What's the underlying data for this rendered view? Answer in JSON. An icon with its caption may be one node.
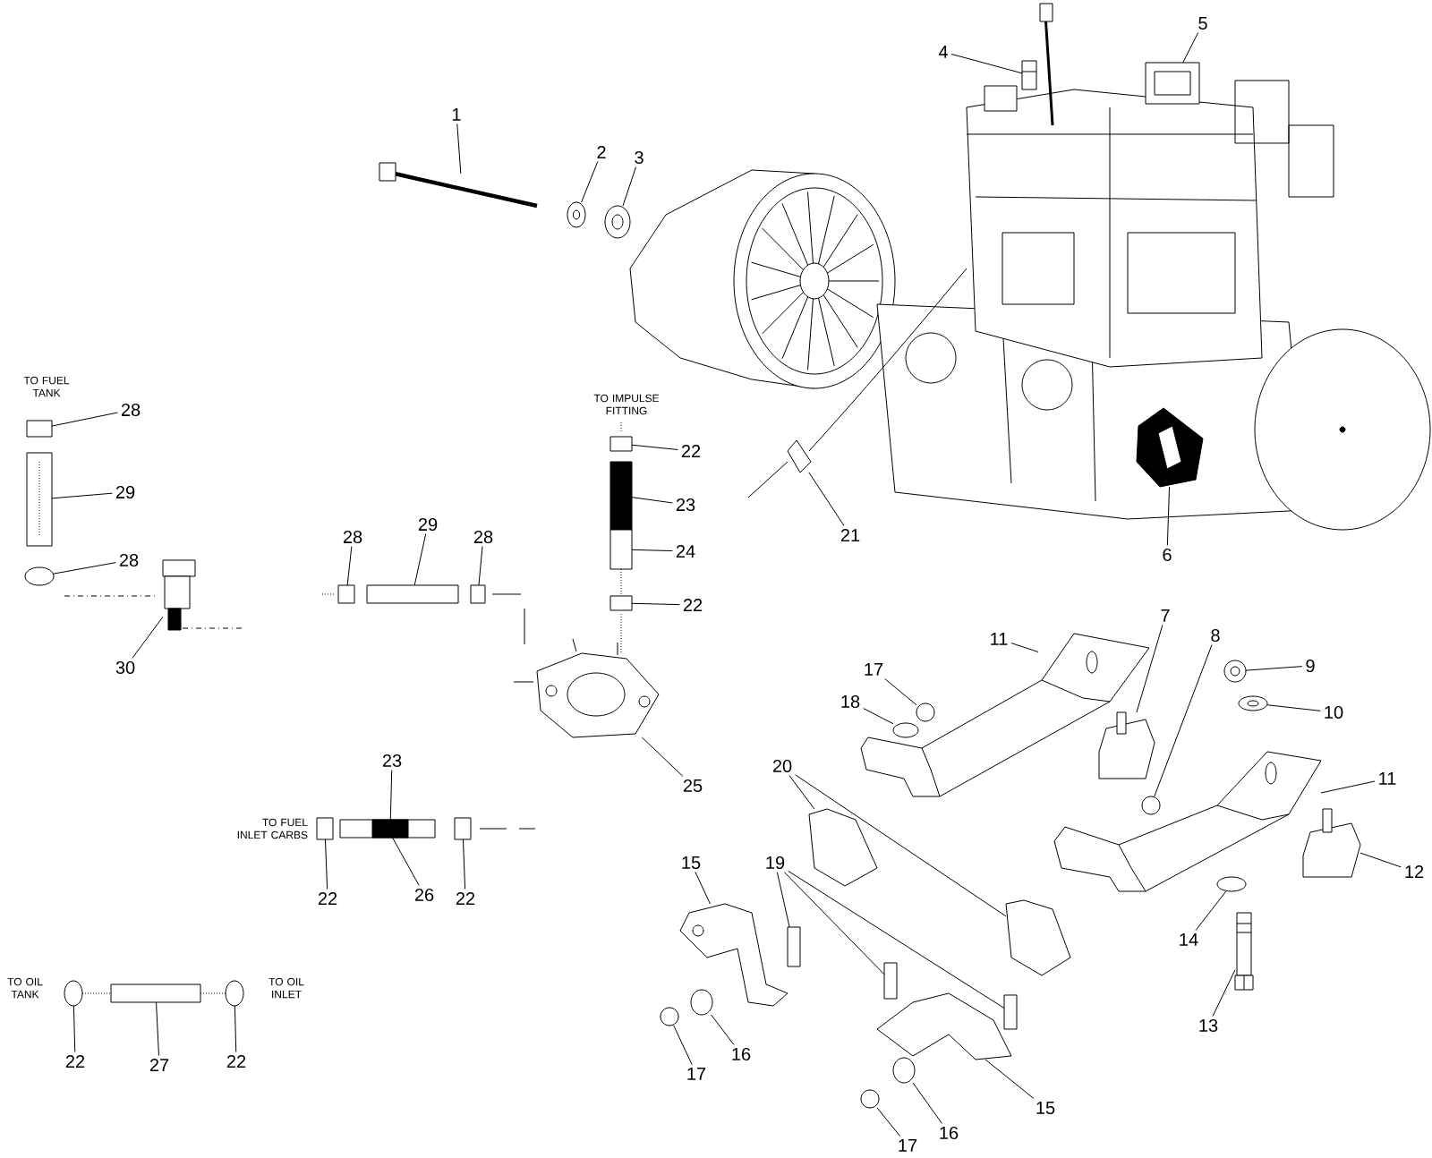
{
  "diagram": {
    "nodes": [
      {
        "text": [
          "1"
        ]
      },
      {
        "text": [
          "2"
        ]
      },
      {
        "text": [
          "3"
        ]
      },
      {
        "text": [
          "4"
        ]
      },
      {
        "text": [
          "5"
        ]
      },
      {
        "text": [
          "21"
        ]
      },
      {
        "text": [
          "6"
        ]
      },
      {
        "text": [
          "22"
        ]
      },
      {
        "text": [
          "23"
        ]
      },
      {
        "text": [
          "24"
        ]
      },
      {
        "text": [
          "22"
        ]
      },
      {
        "text": [
          "28"
        ]
      },
      {
        "text": [
          "29"
        ]
      },
      {
        "text": [
          "28"
        ]
      },
      {
        "text": [
          "30"
        ]
      },
      {
        "text": [
          "28"
        ]
      },
      {
        "text": [
          "29"
        ]
      },
      {
        "text": [
          "28"
        ]
      },
      {
        "text": [
          "23"
        ]
      },
      {
        "text": [
          "22"
        ]
      },
      {
        "text": [
          "26"
        ]
      },
      {
        "text": [
          "22"
        ]
      },
      {
        "text": [
          "22"
        ]
      },
      {
        "text": [
          "27"
        ]
      },
      {
        "text": [
          "22"
        ]
      },
      {
        "text": [
          "11"
        ]
      },
      {
        "text": [
          "7"
        ]
      },
      {
        "text": [
          "8"
        ]
      },
      {
        "text": [
          "9"
        ]
      },
      {
        "text": [
          "17"
        ]
      },
      {
        "text": [
          "18"
        ]
      },
      {
        "text": [
          "10"
        ]
      },
      {
        "text": [
          "20"
        ]
      },
      {
        "text": [
          "25"
        ]
      },
      {
        "text": [
          "11"
        ]
      },
      {
        "text": [
          "12"
        ]
      },
      {
        "text": [
          "15"
        ]
      },
      {
        "text": [
          "19"
        ]
      },
      {
        "text": [
          "14"
        ]
      },
      {
        "text": [
          "13"
        ]
      },
      {
        "text": [
          "16"
        ]
      },
      {
        "text": [
          "17"
        ]
      },
      {
        "text": [
          "15"
        ]
      },
      {
        "text": [
          "16"
        ]
      },
      {
        "text": [
          "17"
        ]
      },
      {
        "text": [],
        "shape": "picture"
      },
      {
        "text": [],
        "shape": "picture"
      },
      {
        "text": [],
        "shape": "picture"
      },
      {
        "text": [],
        "shape": "picture"
      },
      {
        "text": [],
        "shape": "picture"
      },
      {
        "text": [],
        "shape": "picture"
      },
      {
        "text": [],
        "shape": "picture"
      },
      {
        "text": [],
        "shape": "box"
      },
      {
        "text": [],
        "shape": "box"
      },
      {
        "text": [],
        "shape": "box"
      },
      {
        "text": [],
        "shape": "box"
      },
      {
        "text": [],
        "shape": "box"
      },
      {
        "text": [],
        "shape": "picture"
      },
      {
        "text": [],
        "shape": "circle"
      },
      {
        "text": [],
        "shape": "picture"
      },
      {
        "text": [],
        "shape": "box"
      },
      {
        "text": [],
        "shape": "box"
      },
      {
        "text": [],
        "shape": "box"
      },
      {
        "text": [],
        "shape": "box",
        "in": 65
      },
      {
        "text": [],
        "shape": "box"
      },
      {
        "text": [],
        "shape": "box"
      },
      {
        "text": [],
        "shape": "box"
      },
      {
        "text": [],
        "shape": "circle"
      },
      {
        "text": [],
        "shape": "box"
      },
      {
        "text": [],
        "shape": "circle"
      },
      {
        "text": [],
        "shape": "picture"
      },
      {
        "text": [],
        "shape": "picture"
      },
      {
        "text": [],
        "shape": "circle"
      },
      {
        "text": [],
        "shape": "picture"
      },
      {
        "text": [],
        "shape": "circle"
      },
      {
        "text": [],
        "shape": "circle"
      },
      {
        "text": [],
        "shape": "picture"
      },
      {
        "text": [],
        "shape": "picture"
      },
      {
        "text": [],
        "shape": "picture"
      },
      {
        "text": [],
        "shape": "picture"
      },
      {
        "text": [],
        "shape": "picture"
      },
      {
        "text": [],
        "shape": "picture"
      },
      {
        "text": [],
        "shape": "picture"
      },
      {
        "text": [],
        "shape": "box"
      },
      {
        "text": [],
        "shape": "box"
      },
      {
        "text": [],
        "shape": "box"
      },
      {
        "text": [],
        "shape": "circle"
      },
      {
        "text": [],
        "shape": "picture"
      },
      {
        "text": [],
        "shape": "circle"
      },
      {
        "text": [],
        "shape": "circle"
      },
      {
        "text": [],
        "shape": "picture"
      },
      {
        "text": [],
        "shape": "circle"
      },
      {
        "text": [],
        "shape": "circle"
      }
    ],
    "edges": [
      {
        "from": 0,
        "to": 45,
        "arrow": "none"
      },
      {
        "from": 1,
        "to": 46,
        "arrow": "none"
      },
      {
        "from": 2,
        "to": 47,
        "arrow": "none"
      },
      {
        "from": 3,
        "to": 48,
        "arrow": "none"
      },
      {
        "from": 4,
        "to": 49,
        "arrow": "none"
      },
      {
        "from": 5,
        "to": 50,
        "arrow": "none"
      },
      {
        "from": 6,
        "to": 51,
        "arrow": "none"
      },
      {
        "from": 7,
        "to": 52,
        "arrow": "none"
      },
      {
        "from": 8,
        "to": 53,
        "arrow": "none"
      },
      {
        "from": 9,
        "to": 54,
        "arrow": "none"
      },
      {
        "from": 10,
        "to": 55,
        "arrow": "none"
      },
      {
        "from": 11,
        "to": 56,
        "arrow": "none"
      },
      {
        "from": 12,
        "to": 57,
        "arrow": "none"
      },
      {
        "from": 13,
        "to": 58,
        "arrow": "none"
      },
      {
        "from": 14,
        "to": 59,
        "arrow": "none"
      },
      {
        "from": 15,
        "to": 60,
        "arrow": "none"
      },
      {
        "from": 16,
        "to": 61,
        "arrow": "none"
      },
      {
        "from": 17,
        "to": 62,
        "arrow": "none"
      },
      {
        "from": 18,
        "to": 63,
        "arrow": "none"
      },
      {
        "from": 19,
        "to": 64,
        "arrow": "none"
      },
      {
        "from": 20,
        "to": 65,
        "arrow": "none"
      },
      {
        "from": 21,
        "to": 66,
        "arrow": "none"
      },
      {
        "from": 22,
        "to": 67,
        "arrow": "none"
      },
      {
        "from": 23,
        "to": 68,
        "arrow": "none"
      },
      {
        "from": 24,
        "to": 69,
        "arrow": "none"
      },
      {
        "from": 25,
        "to": 70,
        "arrow": "none"
      },
      {
        "from": 26,
        "to": 71,
        "arrow": "none"
      },
      {
        "from": 27,
        "to": 72,
        "arrow": "none"
      },
      {
        "from": 28,
        "to": 73,
        "arrow": "none"
      },
      {
        "from": 29,
        "to": 74,
        "arrow": "none"
      },
      {
        "from": 30,
        "to": 75,
        "arrow": "none"
      },
      {
        "from": 31,
        "to": 76,
        "arrow": "none"
      },
      {
        "from": 32,
        "to": 77,
        "arrow": "none"
      },
      {
        "from": 32,
        "to": 78,
        "arrow": "none"
      },
      {
        "from": 33,
        "to": 79,
        "arrow": "none"
      },
      {
        "from": 34,
        "to": 80,
        "arrow": "none"
      },
      {
        "from": 35,
        "to": 81,
        "arrow": "none"
      },
      {
        "from": 36,
        "to": 82,
        "arrow": "none"
      },
      {
        "from": 37,
        "to": 83,
        "arrow": "none"
      },
      {
        "from": 37,
        "to": 84,
        "arrow": "none"
      },
      {
        "from": 37,
        "to": 85,
        "arrow": "none"
      },
      {
        "from": 38,
        "to": 86,
        "arrow": "none"
      },
      {
        "from": 39,
        "to": 87,
        "arrow": "none"
      },
      {
        "from": 40,
        "to": 88,
        "arrow": "none"
      },
      {
        "from": 41,
        "to": 89,
        "arrow": "none"
      },
      {
        "from": 42,
        "to": 90,
        "arrow": "none"
      },
      {
        "from": 43,
        "to": 91,
        "arrow": "none"
      },
      {
        "from": 44,
        "to": 92,
        "arrow": "none"
      },
      {
        "from": 54,
        "to": 55,
        "arrow": "none",
        "style": "dashed"
      },
      {
        "from": 67,
        "to": 68,
        "arrow": "none",
        "style": "dashed"
      },
      {
        "from": 68,
        "to": 69,
        "arrow": "none",
        "style": "dashed"
      }
    ],
    "labels": [
      "TO FUEL TANK",
      "TO IMPULSE FITTING",
      "TO FUEL INLET CARBS",
      "TO OIL TANK",
      "TO OIL INLET"
    ]
  }
}
